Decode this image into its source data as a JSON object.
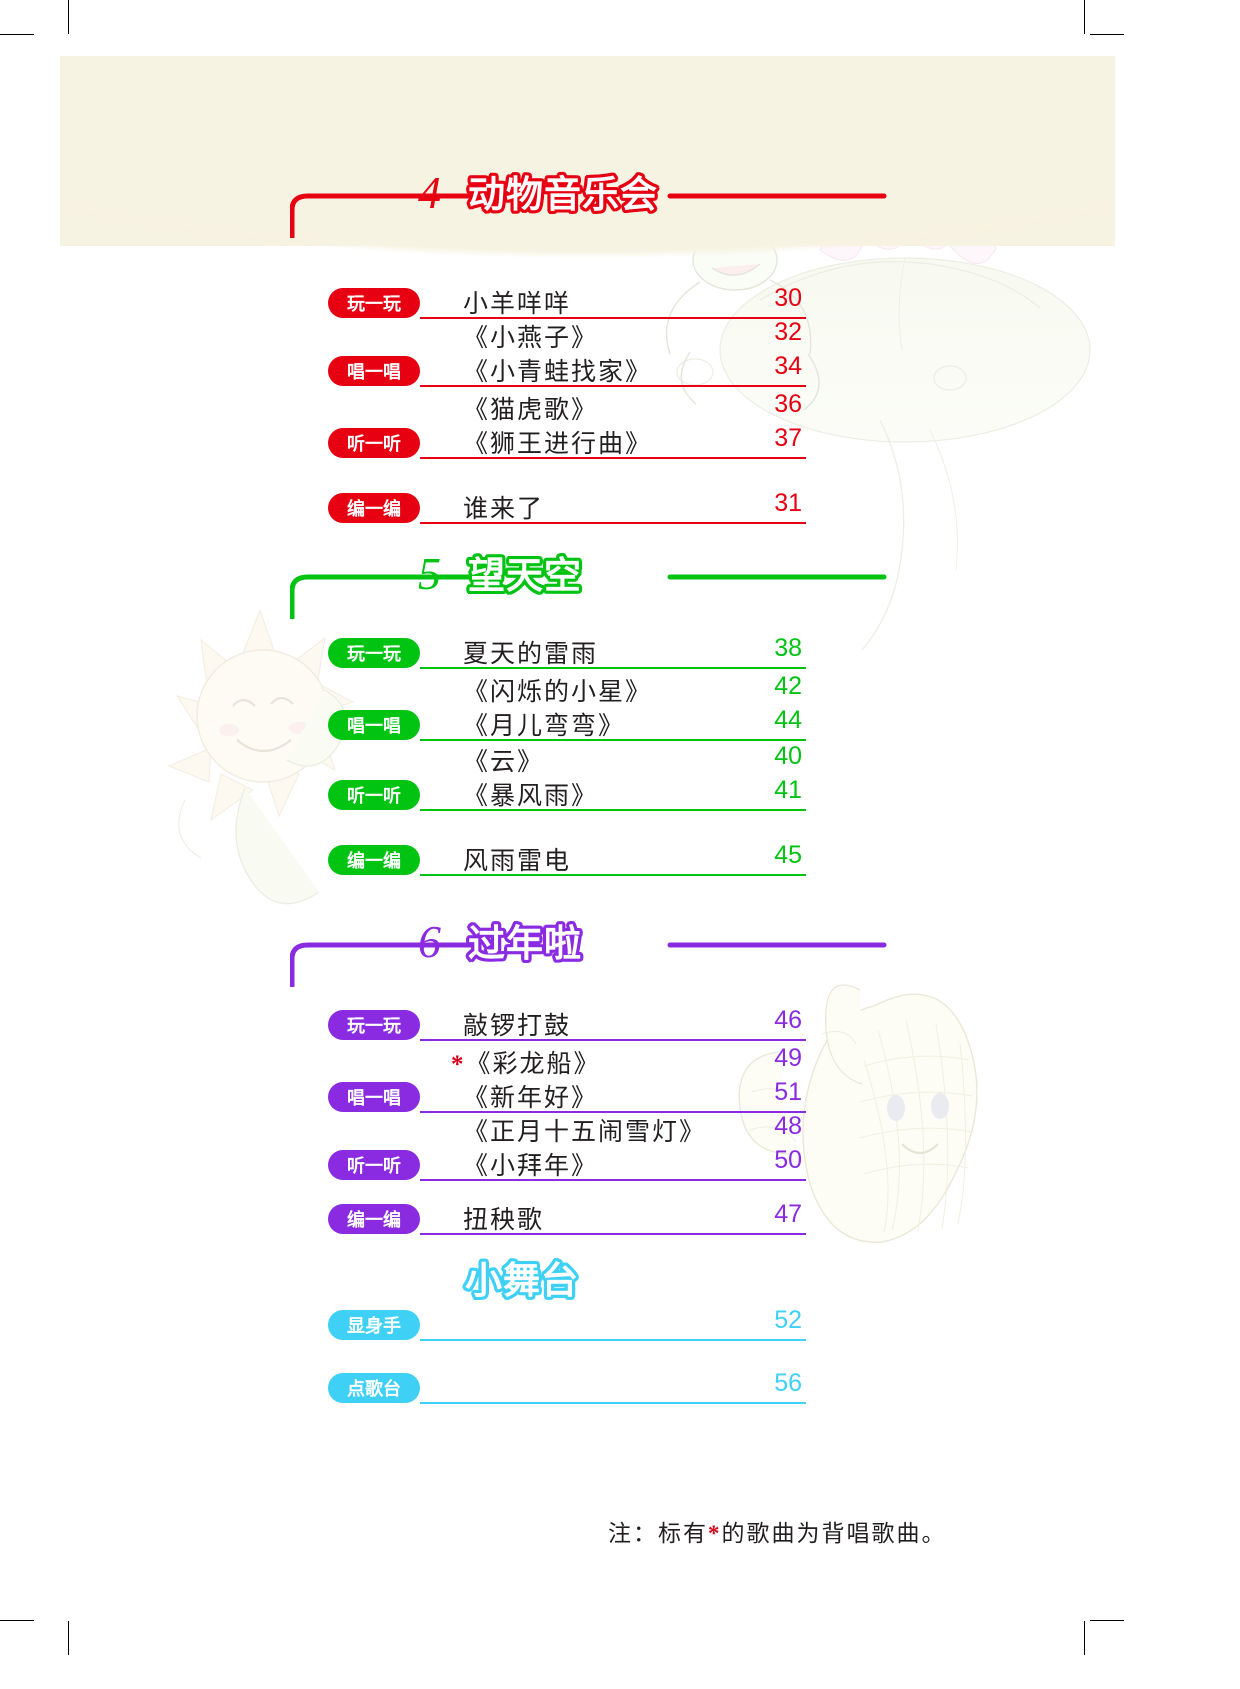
{
  "page": {
    "note": {
      "prefix": "注：标有",
      "star": "*",
      "suffix": "的歌曲为背唱歌曲。"
    }
  },
  "colors": {
    "unit4": "#e60012",
    "unit5": "#00c312",
    "unit6": "#8a2be2",
    "stage": "#3fd0f5",
    "text": "#231f20",
    "paper": "#f7f3e2"
  },
  "units": [
    {
      "number": "4",
      "title": "动物音乐会",
      "color": "#e60012",
      "rows": [
        {
          "pill": "玩一玩",
          "song": "小羊咩咩",
          "star": false,
          "page": "30",
          "rule": true
        },
        {
          "pill": "",
          "song": "《小燕子》",
          "star": false,
          "page": "32",
          "rule": false
        },
        {
          "pill": "唱一唱",
          "song": "《小青蛙找家》",
          "star": false,
          "page": "34",
          "rule": true
        },
        {
          "pill": "",
          "song": "《猫虎歌》",
          "star": false,
          "page": "36",
          "rule": false
        },
        {
          "pill": "听一听",
          "song": "《狮王进行曲》",
          "star": false,
          "page": "37",
          "rule": true
        },
        {
          "pill": "编一编",
          "song": "谁来了",
          "star": false,
          "page": "31",
          "rule": true
        }
      ]
    },
    {
      "number": "5",
      "title": "望天空",
      "color": "#00c312",
      "rows": [
        {
          "pill": "玩一玩",
          "song": "夏天的雷雨",
          "star": false,
          "page": "38",
          "rule": true
        },
        {
          "pill": "",
          "song": "《闪烁的小星》",
          "star": false,
          "page": "42",
          "rule": false
        },
        {
          "pill": "唱一唱",
          "song": "《月儿弯弯》",
          "star": false,
          "page": "44",
          "rule": true
        },
        {
          "pill": "",
          "song": "《云》",
          "star": false,
          "page": "40",
          "rule": false
        },
        {
          "pill": "听一听",
          "song": "《暴风雨》",
          "star": false,
          "page": "41",
          "rule": true
        },
        {
          "pill": "编一编",
          "song": "风雨雷电",
          "star": false,
          "page": "45",
          "rule": true
        }
      ]
    },
    {
      "number": "6",
      "title": "过年啦",
      "color": "#8a2be2",
      "rows": [
        {
          "pill": "玩一玩",
          "song": "敲锣打鼓",
          "star": false,
          "page": "46",
          "rule": true
        },
        {
          "pill": "",
          "song": "《彩龙船》",
          "star": true,
          "page": "49",
          "rule": false
        },
        {
          "pill": "唱一唱",
          "song": "《新年好》",
          "star": false,
          "page": "51",
          "rule": true
        },
        {
          "pill": "",
          "song": "《正月十五闹雪灯》",
          "star": false,
          "page": "48",
          "rule": false
        },
        {
          "pill": "听一听",
          "song": "《小拜年》",
          "star": false,
          "page": "50",
          "rule": true
        },
        {
          "pill": "编一编",
          "song": "扭秧歌",
          "star": false,
          "page": "47",
          "rule": true
        }
      ]
    }
  ],
  "stage": {
    "title": "小舞台",
    "color": "#3fd0f5",
    "rows": [
      {
        "pill": "显身手",
        "song": "",
        "star": false,
        "page": "52",
        "rule": true
      },
      {
        "pill": "点歌台",
        "song": "",
        "star": false,
        "page": "56",
        "rule": true
      }
    ]
  }
}
